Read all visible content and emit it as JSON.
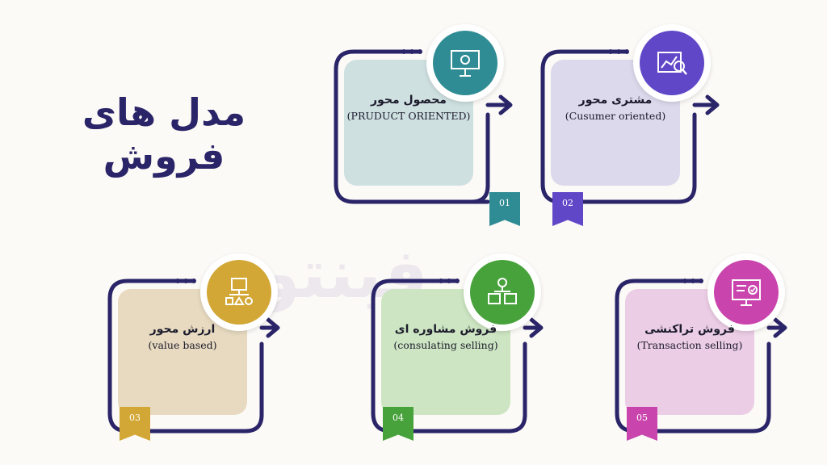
{
  "title": "مدل های فروش",
  "watermark": "فبنتو",
  "cards": [
    {
      "num": "01",
      "fa": "محصول محور",
      "en": "(PRUDUCT ORIENTED)",
      "panel": "#cfe0e1",
      "accent": "#2f8c94",
      "icon": "presentation-board-icon"
    },
    {
      "num": "02",
      "fa": "مشتری محور",
      "en": "(Cusumer oriented)",
      "panel": "#dcd9ec",
      "accent": "#6047c8",
      "icon": "customer-analytics-icon"
    },
    {
      "num": "03",
      "fa": "ارزش محور",
      "en": "(value based)",
      "panel": "#e7dac0",
      "accent": "#d2a735",
      "icon": "value-flowchart-icon"
    },
    {
      "num": "04",
      "fa": "فروش مشاوره ای",
      "en": "(consulating selling)",
      "panel": "#cde5c2",
      "accent": "#47a23b",
      "icon": "consulting-network-icon"
    },
    {
      "num": "05",
      "fa": "فروش تراکنشی",
      "en": "(Transaction selling)",
      "panel": "#ebcde5",
      "accent": "#c945ad",
      "icon": "transaction-screen-icon"
    }
  ],
  "colors": {
    "frame": "#2a2468",
    "background": "#fcfaf6",
    "title": "#2a2468"
  }
}
